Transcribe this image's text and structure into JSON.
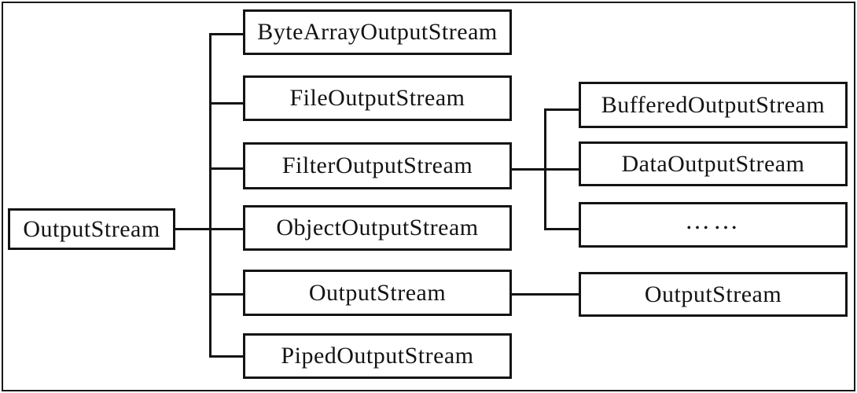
{
  "diagram": {
    "type": "class-hierarchy-tree",
    "orientation": "left-to-right",
    "colors": {
      "background": "#ffffff",
      "line": "#141414",
      "box_border": "#141414",
      "text": "#141414"
    },
    "root": {
      "label": "OutputStream"
    },
    "children": [
      {
        "label": "ByteArrayOutputStream"
      },
      {
        "label": "FileOutputStream"
      },
      {
        "label": "FilterOutputStream",
        "children": [
          {
            "label": "BufferedOutputStream"
          },
          {
            "label": "DataOutputStream"
          },
          {
            "label": "……"
          }
        ]
      },
      {
        "label": "ObjectOutputStream"
      },
      {
        "label": "OutputStream",
        "children": [
          {
            "label": "OutputStream"
          }
        ]
      },
      {
        "label": "PipedOutputStream"
      }
    ]
  }
}
